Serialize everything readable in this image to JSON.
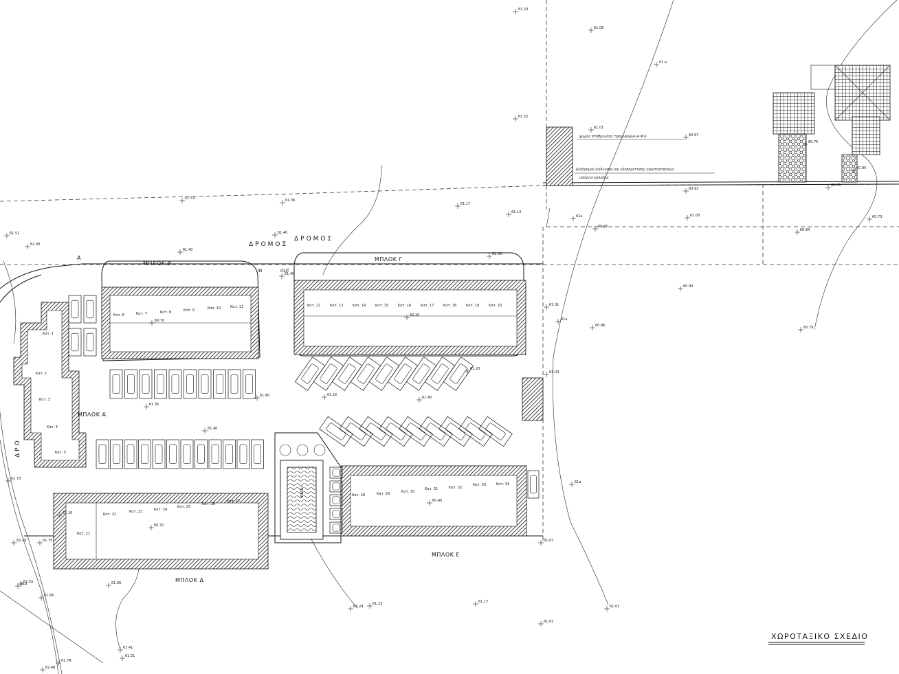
{
  "title": "ΧΩΡΟΤΑΞΙΚΟ ΣΧΕΔΙΟ",
  "roads": {
    "road_label_1": "ΔΡΟΜΟΣ",
    "road_label_2": "ΔΡΟΜΟΣ",
    "road_label_left": "ΔΡΟ",
    "in_label": "IN",
    "out_label": "OUT"
  },
  "blocks": {
    "a": "ΜΠΛΟΚ Α",
    "b": "ΜΠΛΟΚ Β",
    "c": "ΜΠΛΟΚ Γ",
    "d": "ΜΠΛΟΚ Δ",
    "e": "ΜΠΛΟΚ Ε"
  },
  "pool_label": "ΠΙΣΙΝΑ",
  "marker_a": "A",
  "units_a": [
    "Κατ. 1",
    "Κατ. 2",
    "Κατ. 3",
    "Κατ. 4",
    "Κατ. 5"
  ],
  "units_b": [
    "Κατ. 6",
    "Κατ. 7",
    "Κατ. 8",
    "Κατ. 9",
    "Κατ. 10",
    "Κατ. 11"
  ],
  "units_c": [
    "Κατ. 12",
    "Κατ. 13",
    "Κατ. 14",
    "Κατ. 15",
    "Κατ. 16",
    "Κατ. 17",
    "Κατ. 18",
    "Κατ. 19",
    "Κατ. 20"
  ],
  "units_d": [
    "Κατ. 21",
    "Κατ. 22",
    "Κατ. 23",
    "Κατ. 24",
    "Κατ. 25",
    "Κατ. 26",
    "Κατ. 27"
  ],
  "units_e": [
    "Κατ. 28",
    "Κατ. 29",
    "Κατ. 30",
    "Κατ. 31",
    "Κατ. 32",
    "Κατ. 33",
    "Κατ. 34"
  ],
  "elevations": {
    "e1": "61.23",
    "e2": "61.06",
    "e3": "61.22",
    "e4": "61.01",
    "e5": "60.97",
    "e6": "60.75",
    "e7": "60.95",
    "e8": "60.93",
    "e9": "60.83",
    "e10": "61.53",
    "e11": "61.36",
    "e12": "61.17",
    "e13": "61.13",
    "e14": "61.00",
    "e15": "60.73",
    "e16": "60.95",
    "e17": "60.84",
    "e18": "61.51",
    "e19": "62.00",
    "e20": "61.40",
    "e21": "61.40",
    "e22": "61.00",
    "e23": "61.40",
    "e24": "60.90",
    "e25": "61.01",
    "e26": "60.96",
    "e27": "60.79",
    "e28": "61.20",
    "e29": "61.04",
    "e30": "61.22",
    "e31": "61.40",
    "e32": "61.60",
    "e33": "61.35",
    "e34": "61.40",
    "e35": "61.73",
    "e36": "62.29",
    "e37": "61.75",
    "e38": "61.66",
    "e39": "62.5a",
    "e40": "61.66",
    "e41": "61.23",
    "e42": "61.24",
    "e43": "61.17",
    "e44": "61.07",
    "e45": "61.01",
    "e46": "61.01",
    "e47": "61.41",
    "e48": "61.51",
    "e49": "61.74",
    "e50": "62.48",
    "e51": "60.20",
    "e52": "60.70",
    "e53": "60.40",
    "e54": "60.70",
    "e55": "61.10",
    "e56": "61.a",
    "e57": "61a",
    "e58": "61a",
    "e59": "61a",
    "e60": "61a"
  },
  "notes": {
    "note1": "χώρος στάθμευσης τροχοφόρων Α.Μ.Κ.",
    "note2": "Διάδρομος διέλευσης και εξυπηρέτησης εγκαταστάσεων",
    "note3": "υπόγεια καλώδια"
  }
}
